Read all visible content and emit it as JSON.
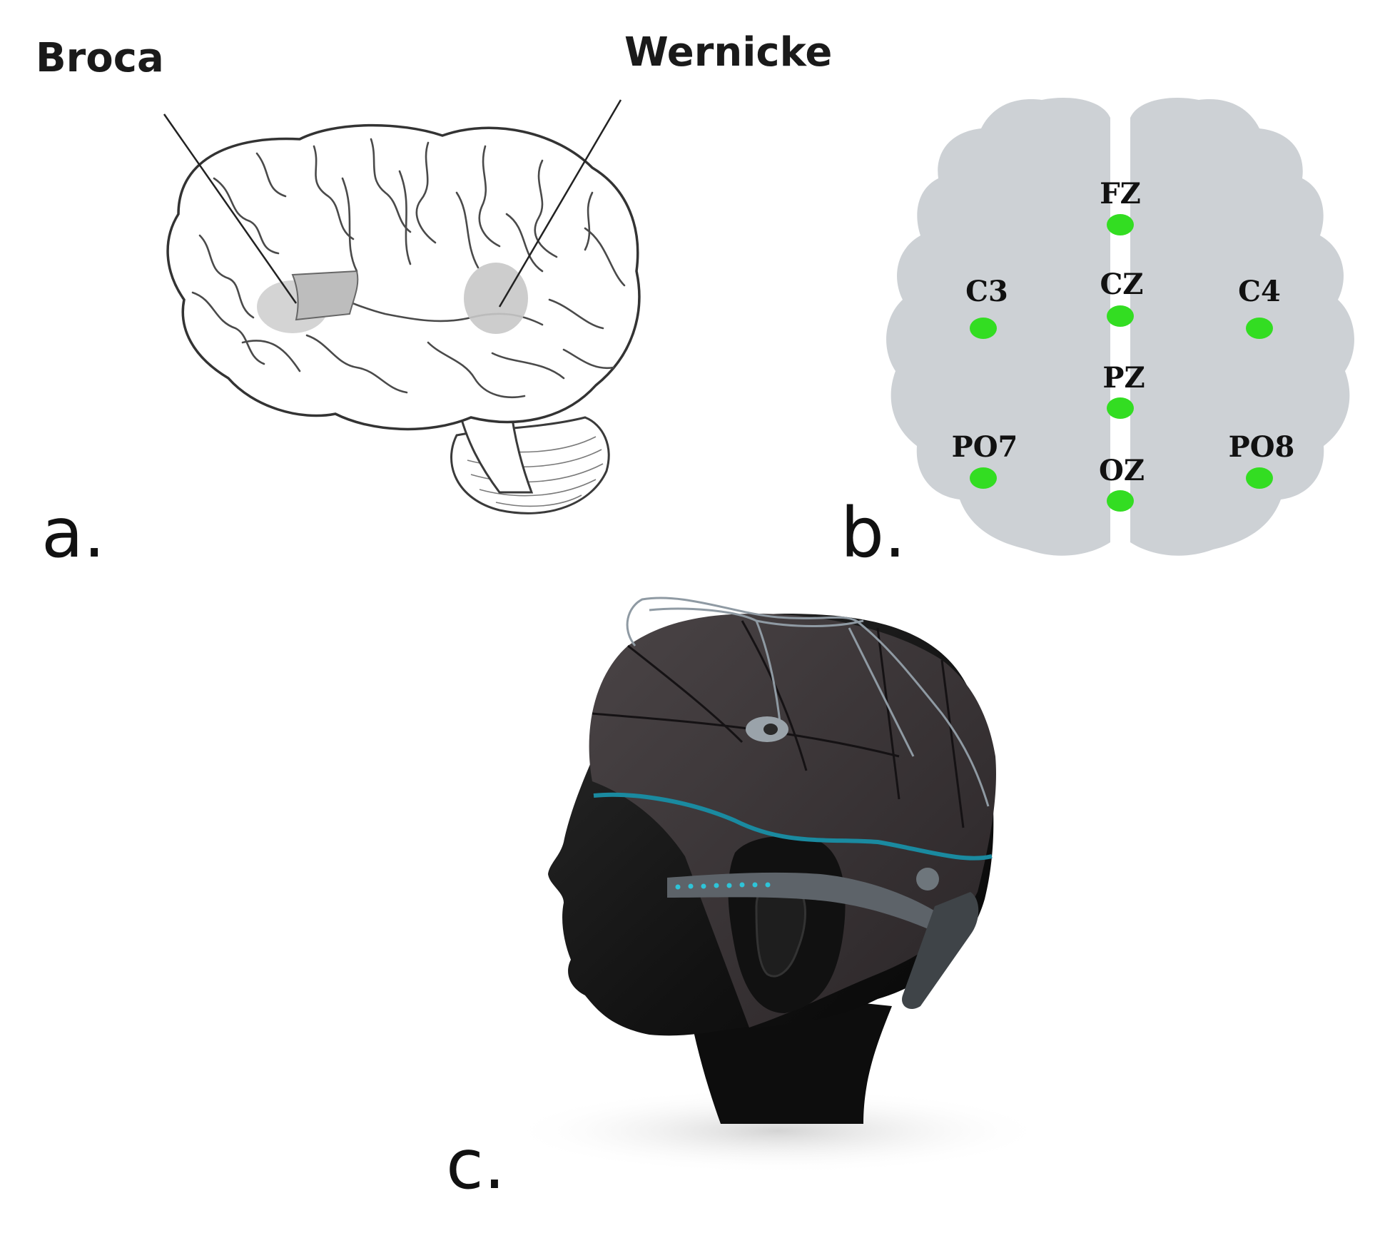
{
  "panels": {
    "a": {
      "letter": "a.",
      "labels": {
        "broca": "Broca",
        "wernicke": "Wernicke"
      }
    },
    "b": {
      "letter": "b.",
      "electrodes": [
        {
          "id": "fz",
          "label": "FZ"
        },
        {
          "id": "c3",
          "label": "C3"
        },
        {
          "id": "cz",
          "label": "CZ"
        },
        {
          "id": "c4",
          "label": "C4"
        },
        {
          "id": "pz",
          "label": "PZ"
        },
        {
          "id": "po7",
          "label": "PO7"
        },
        {
          "id": "oz",
          "label": "OZ"
        },
        {
          "id": "po8",
          "label": "PO8"
        }
      ],
      "colors": {
        "scalp": "#cdd1d5",
        "electrode": "#33dd22"
      }
    },
    "c": {
      "letter": "c."
    }
  }
}
